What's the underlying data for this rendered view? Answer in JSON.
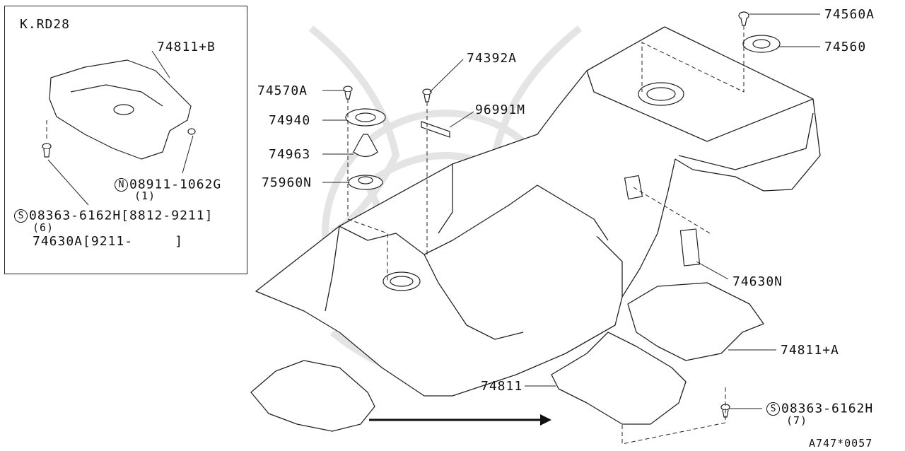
{
  "inset": {
    "title": "K.RD28",
    "part_74811B": "74811+B",
    "note_n_symbol": "N",
    "note_n_part": "08911-1062G",
    "note_n_qty": "(1)",
    "note_s_symbol": "S",
    "note_s_part": "08363-6162H[8812-9211]",
    "note_s_qty": "(6)",
    "note_74630A": "74630A[9211-     ]"
  },
  "labels": {
    "p74560A": "74560A",
    "p74560": "74560",
    "p74392A": "74392A",
    "p74570A": "74570A",
    "p96991M": "96991M",
    "p74940": "74940",
    "p74963": "74963",
    "p75960N": "75960N",
    "p74630N": "74630N",
    "p74811A": "74811+A",
    "p74811": "74811",
    "bolt_symbol": "S",
    "bolt_part": "08363-6162H",
    "bolt_qty": "(7)",
    "diagram_code": "A747*0057"
  },
  "colors": {
    "line": "#222222",
    "watermark": "#e6e6e6",
    "background": "#ffffff"
  }
}
